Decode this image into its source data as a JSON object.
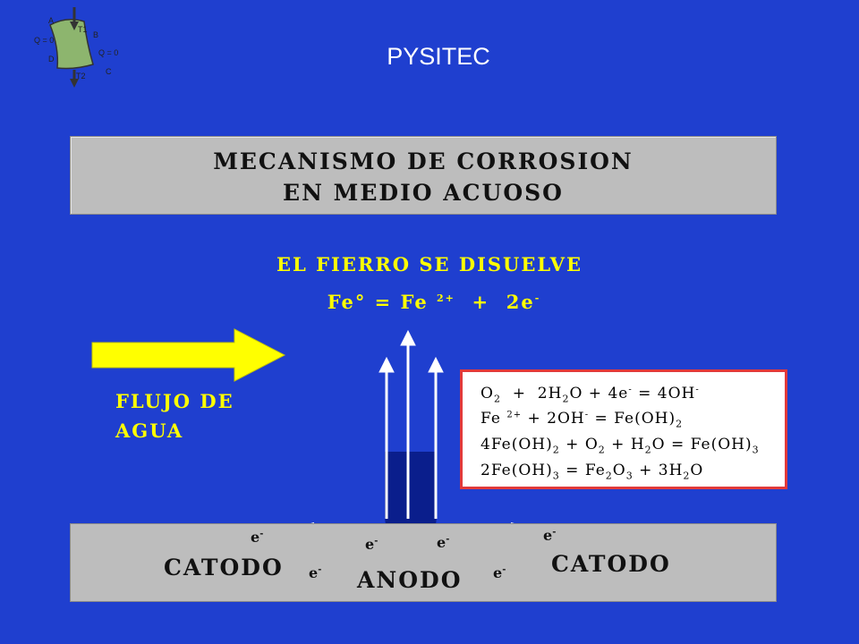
{
  "logo": {
    "a": "A",
    "b": "B",
    "c": "C",
    "d": "D",
    "q_left": "Q = 0",
    "q_right": "Q = 0",
    "t1": "T1",
    "t2": "T2"
  },
  "app_title": "PYSITEC",
  "title": {
    "line1": "MECANISMO DE CORROSION",
    "line2": "EN MEDIO ACUOSO"
  },
  "dissolves_heading": "EL FIERRO SE DISUELVE",
  "reaction": {
    "lhs": "Fe° = Fe",
    "charge": "2+",
    "rhs": " +  2e",
    "minus": "-"
  },
  "flow_label": {
    "line1": "FLUJO DE",
    "line2": "AGUA"
  },
  "equations": [
    "O2 + 2H2O + 4e- = 4OH-",
    "Fe 2+ + 2OH- = Fe(OH)2",
    "4Fe(OH)2 + O2 + H2O = Fe(OH)3",
    "2Fe(OH)3 = Fe2O3 + 3H2O"
  ],
  "metal_bar": {
    "cathode_left": "CATODO",
    "anode": "ANODO",
    "cathode_right": "CATODO"
  },
  "electron": "e-",
  "colors": {
    "background": "#1f3fcf",
    "panel": "#bdbdbd",
    "highlight": "#ffff00",
    "border_red": "#e23a3a",
    "arrow_red": "#e03a1e",
    "solution": "#0a1e8c"
  }
}
